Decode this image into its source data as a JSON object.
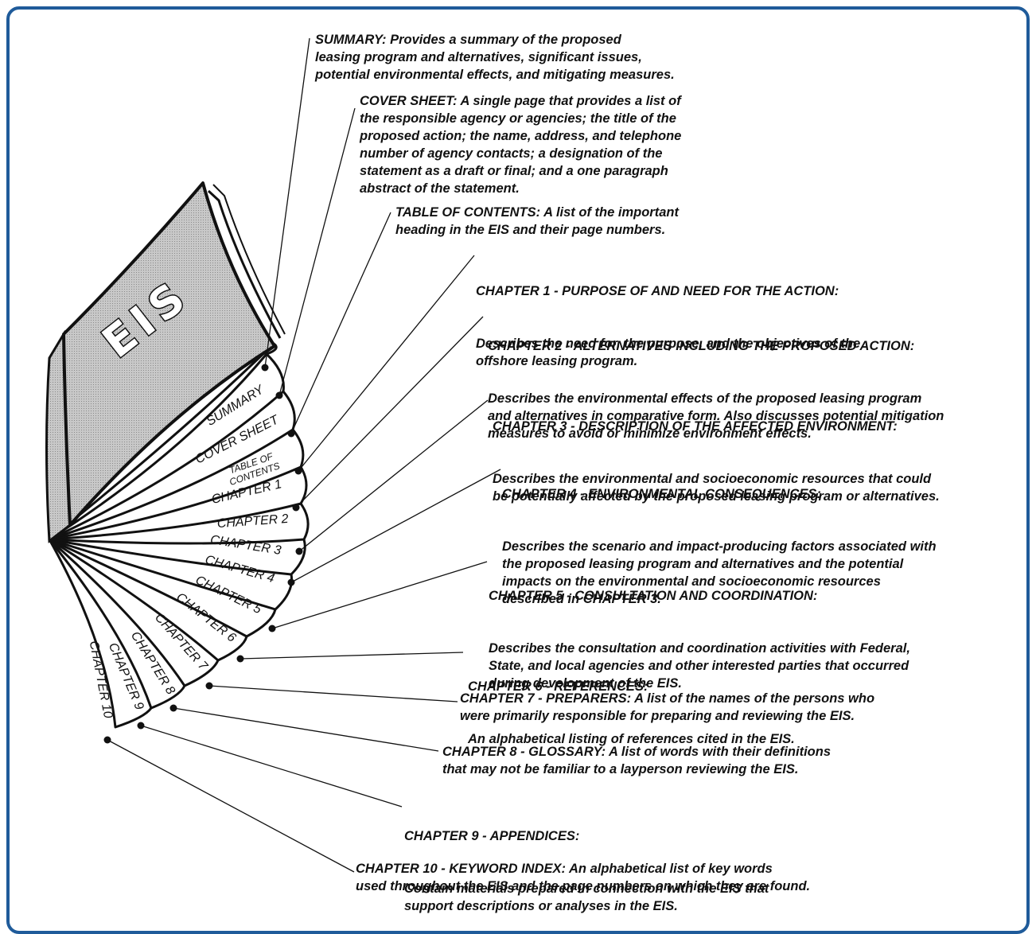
{
  "book": {
    "title": "EIS"
  },
  "tabs": [
    {
      "id": "summary",
      "label": "SUMMARY"
    },
    {
      "id": "cover",
      "label": "COVER SHEET"
    },
    {
      "id": "toc",
      "label": "TABLE OF\nCONTENTS"
    },
    {
      "id": "ch1",
      "label": "CHAPTER 1"
    },
    {
      "id": "ch2",
      "label": "CHAPTER 2"
    },
    {
      "id": "ch3",
      "label": "CHAPTER 3"
    },
    {
      "id": "ch4",
      "label": "CHAPTER 4"
    },
    {
      "id": "ch5",
      "label": "CHAPTER 5"
    },
    {
      "id": "ch6",
      "label": "CHAPTER 6"
    },
    {
      "id": "ch7",
      "label": "CHAPTER 7"
    },
    {
      "id": "ch8",
      "label": "CHAPTER 8"
    },
    {
      "id": "ch9",
      "label": "CHAPTER 9"
    },
    {
      "id": "ch10",
      "label": "CHAPTER 10"
    }
  ],
  "annotations": {
    "summary": "SUMMARY: Provides a summary of the proposed\nleasing program and alternatives, significant issues,\npotential environmental effects, and mitigating measures.",
    "cover": "COVER SHEET: A single page that provides a list of\nthe responsible agency or agencies; the title of the\nproposed action; the name, address, and telephone\nnumber of agency contacts; a designation of the\nstatement as a draft or final; and a one paragraph\nabstract of the statement.",
    "toc": "TABLE OF CONTENTS: A list of the important\nheading in the EIS and their page numbers.",
    "ch1_title": "CHAPTER 1 - PURPOSE OF AND NEED FOR THE ACTION:",
    "ch1_body": "Describes the need for, the purpose, and the objectives of the\noffshore leasing program.",
    "ch2_title": "CHAPTER 2 - ALTERNATIVES INCLUDING THE PROPOSED ACTION:",
    "ch2_body": "Describes the environmental effects of the proposed leasing program\nand alternatives in comparative form. Also discusses potential mitigation\nmeasures to avoid or minimize environment effects.",
    "ch3_title": "CHAPTER 3 - DESCRIPTION OF THE AFFECTED ENVIRONMENT:",
    "ch3_body": "Describes the environmental and socioeconomic resources that could\nbe potentially affected by the proposed leasing program or alternatives.",
    "ch4_title": "CHAPTER 4 - ENVIRONMENTAL CONSEQUENCES:",
    "ch4_body": "Describes the scenario and impact-producing factors associated with\nthe proposed leasing program and alternatives and the potential\nimpacts on the environmental and socioeconomic resources\ndescribed in CHAPTER 3.",
    "ch5_title": "CHAPTER 5 - CONSULTATION AND COORDINATION:",
    "ch5_body": "Describes the consultation and coordination activities with Federal,\nState, and local agencies and other interested parties that occurred\nduring development of the EIS.",
    "ch6_title": "CHAPTER 6 - REFERENCES:",
    "ch6_body": "An alphabetical listing of references cited in the EIS.",
    "ch7": "CHAPTER 7 - PREPARERS: A list of the names of the persons who\nwere primarily responsible for preparing and reviewing the EIS.",
    "ch8": "CHAPTER 8 - GLOSSARY: A list of words with their definitions\nthat may not be familiar to a layperson reviewing the EIS.",
    "ch9_title": "CHAPTER 9 - APPENDICES:",
    "ch9_body": "Contain materials prepared in connection with the EIS that\nsupport descriptions or analyses in the EIS.",
    "ch10": "CHAPTER 10 - KEYWORD INDEX: An alphabetical list of key words\nused throughout the EIS and the page numbers on which they are found."
  },
  "colors": {
    "frame": "#1f5b9a",
    "cover": "#b9b9b9",
    "ink": "#111111"
  }
}
